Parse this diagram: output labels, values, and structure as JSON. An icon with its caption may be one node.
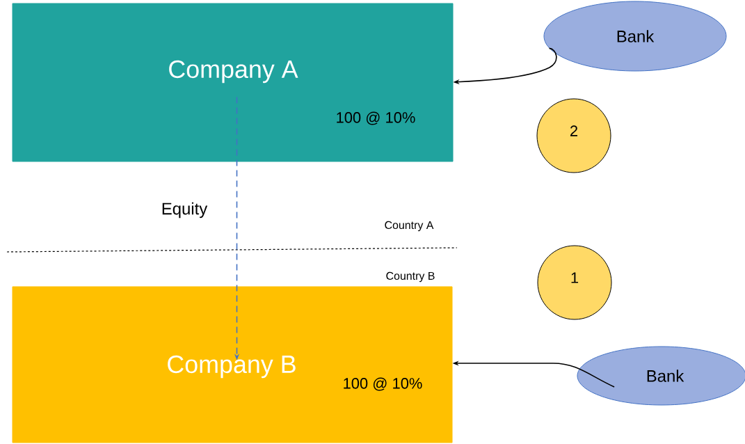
{
  "diagram": {
    "nodes": [
      {
        "text": [
          "Company A",
          "100 @ 10%"
        ]
      },
      {
        "text": [
          "Bank"
        ]
      },
      {
        "text": [
          "2"
        ]
      },
      {
        "text": [
          "1"
        ]
      },
      {
        "text": [
          "Company B",
          "100 @ 10%"
        ]
      },
      {
        "text": [
          "Bank"
        ]
      }
    ],
    "edges": [
      {
        "from": 1,
        "to": 0,
        "arrow": "to"
      },
      {
        "from": 0,
        "to": 4,
        "arrow": "to",
        "label": "Equity",
        "style": "dashed",
        "color": "#4472c4"
      },
      {
        "from": 5,
        "to": 4,
        "arrow": "to"
      }
    ],
    "labels": [
      "Country A",
      "Country B"
    ]
  }
}
